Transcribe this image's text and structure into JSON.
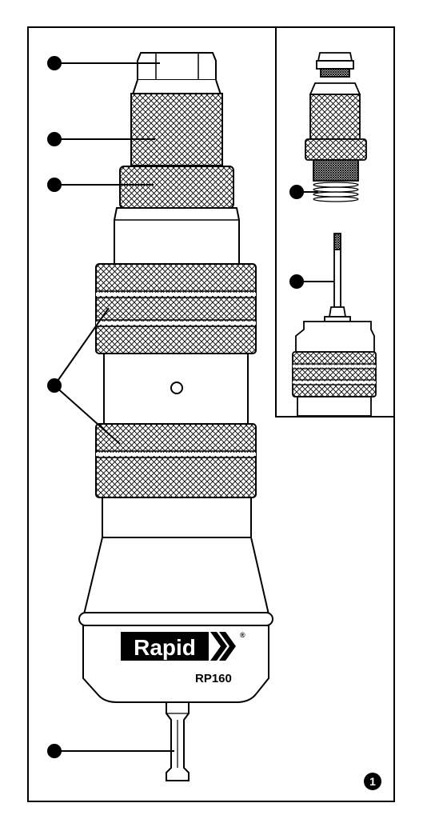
{
  "brand": {
    "logo_text": "Rapid",
    "registered_mark": "®",
    "model": "RP160"
  },
  "figure": {
    "number": "1"
  },
  "colors": {
    "ink": "#000000",
    "paper": "#ffffff"
  },
  "callouts": [
    {
      "id": "cap-nut",
      "marker": "filled-dot"
    },
    {
      "id": "nosepiece",
      "marker": "filled-dot"
    },
    {
      "id": "lock-ring",
      "marker": "filled-dot"
    },
    {
      "id": "grip-sleeves",
      "marker": "filled-dot"
    },
    {
      "id": "hex-shank",
      "marker": "filled-dot"
    },
    {
      "id": "inset-spring",
      "marker": "filled-dot"
    },
    {
      "id": "inset-mandrel",
      "marker": "filled-dot"
    }
  ]
}
